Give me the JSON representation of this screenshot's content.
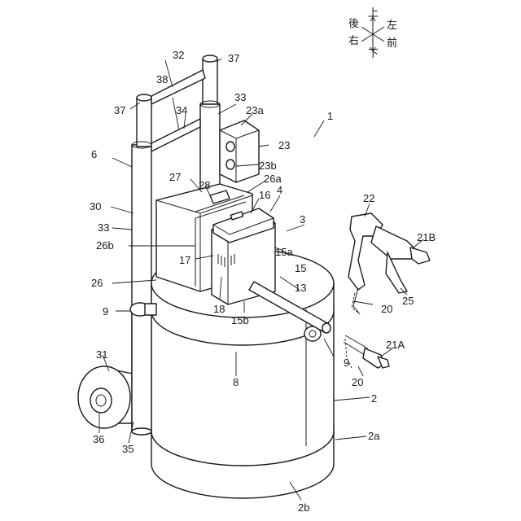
{
  "compass": {
    "up": "上",
    "back": "後",
    "left": "左",
    "right": "右",
    "front": "前",
    "down": "下"
  },
  "labels": {
    "l1": "1",
    "l2": "2",
    "l2a": "2a",
    "l2b": "2b",
    "l3": "3",
    "l4": "4",
    "l6": "6",
    "l8": "8",
    "l9_left": "9",
    "l9_right": "9",
    "l13": "13",
    "l15": "15",
    "l15a": "15a",
    "l15b": "15b",
    "l16": "16",
    "l17": "17",
    "l18": "18",
    "l20_gun": "20",
    "l20_hose": "20",
    "l21A": "21A",
    "l21B": "21B",
    "l22": "22",
    "l23": "23",
    "l23a": "23a",
    "l23b": "23b",
    "l25": "25",
    "l26": "26",
    "l26a": "26a",
    "l26b": "26b",
    "l27": "27",
    "l28": "28",
    "l30": "30",
    "l31": "31",
    "l32": "32",
    "l33_left": "33",
    "l33_right": "33",
    "l34": "34",
    "l35": "35",
    "l36": "36",
    "l37_left": "37",
    "l37_right": "37",
    "l38": "38"
  }
}
